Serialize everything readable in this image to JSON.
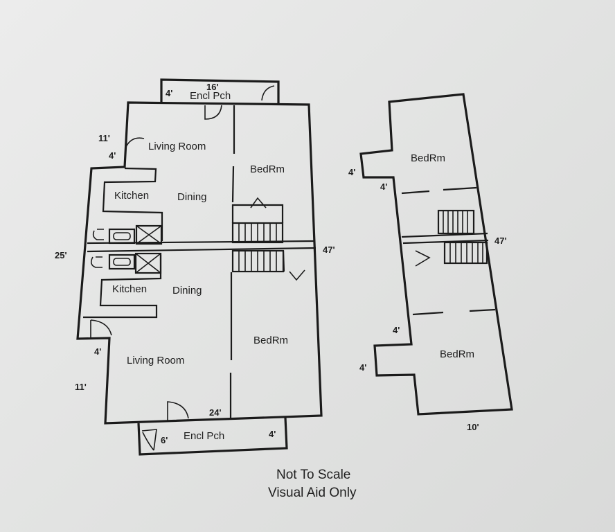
{
  "unit_a": {
    "encl_porch_top": "Encl Pch",
    "living_room_top": "Living Room",
    "kitchen_top": "Kitchen",
    "dining_top": "Dining",
    "bedroom_top": "BedRm",
    "kitchen_bottom": "Kitchen",
    "dining_bottom": "Dining",
    "bedroom_bottom": "BedRm",
    "living_room_bottom": "Living Room",
    "encl_porch_bottom": "Encl Pch"
  },
  "unit_b": {
    "bedroom_top": "BedRm",
    "bedroom_bottom": "BedRm"
  },
  "dimensions": {
    "porch_top_width": "16'",
    "porch_top_depth": "4'",
    "left_top_11": "11'",
    "left_top_4": "4'",
    "overall_width": "25'",
    "overall_length": "47'",
    "left_bottom_4": "4'",
    "left_bottom_11": "11'",
    "bottom_24": "24'",
    "porch_bottom_width": "6'",
    "porch_bottom_depth": "4'",
    "b_left_top_4": "4'",
    "b_inner_top_4": "4'",
    "b_length": "47'",
    "b_inner_bottom_4": "4'",
    "b_left_bottom_4": "4'",
    "b_width": "10'"
  },
  "footer": {
    "line1": "Not To Scale",
    "line2": "Visual Aid Only"
  }
}
